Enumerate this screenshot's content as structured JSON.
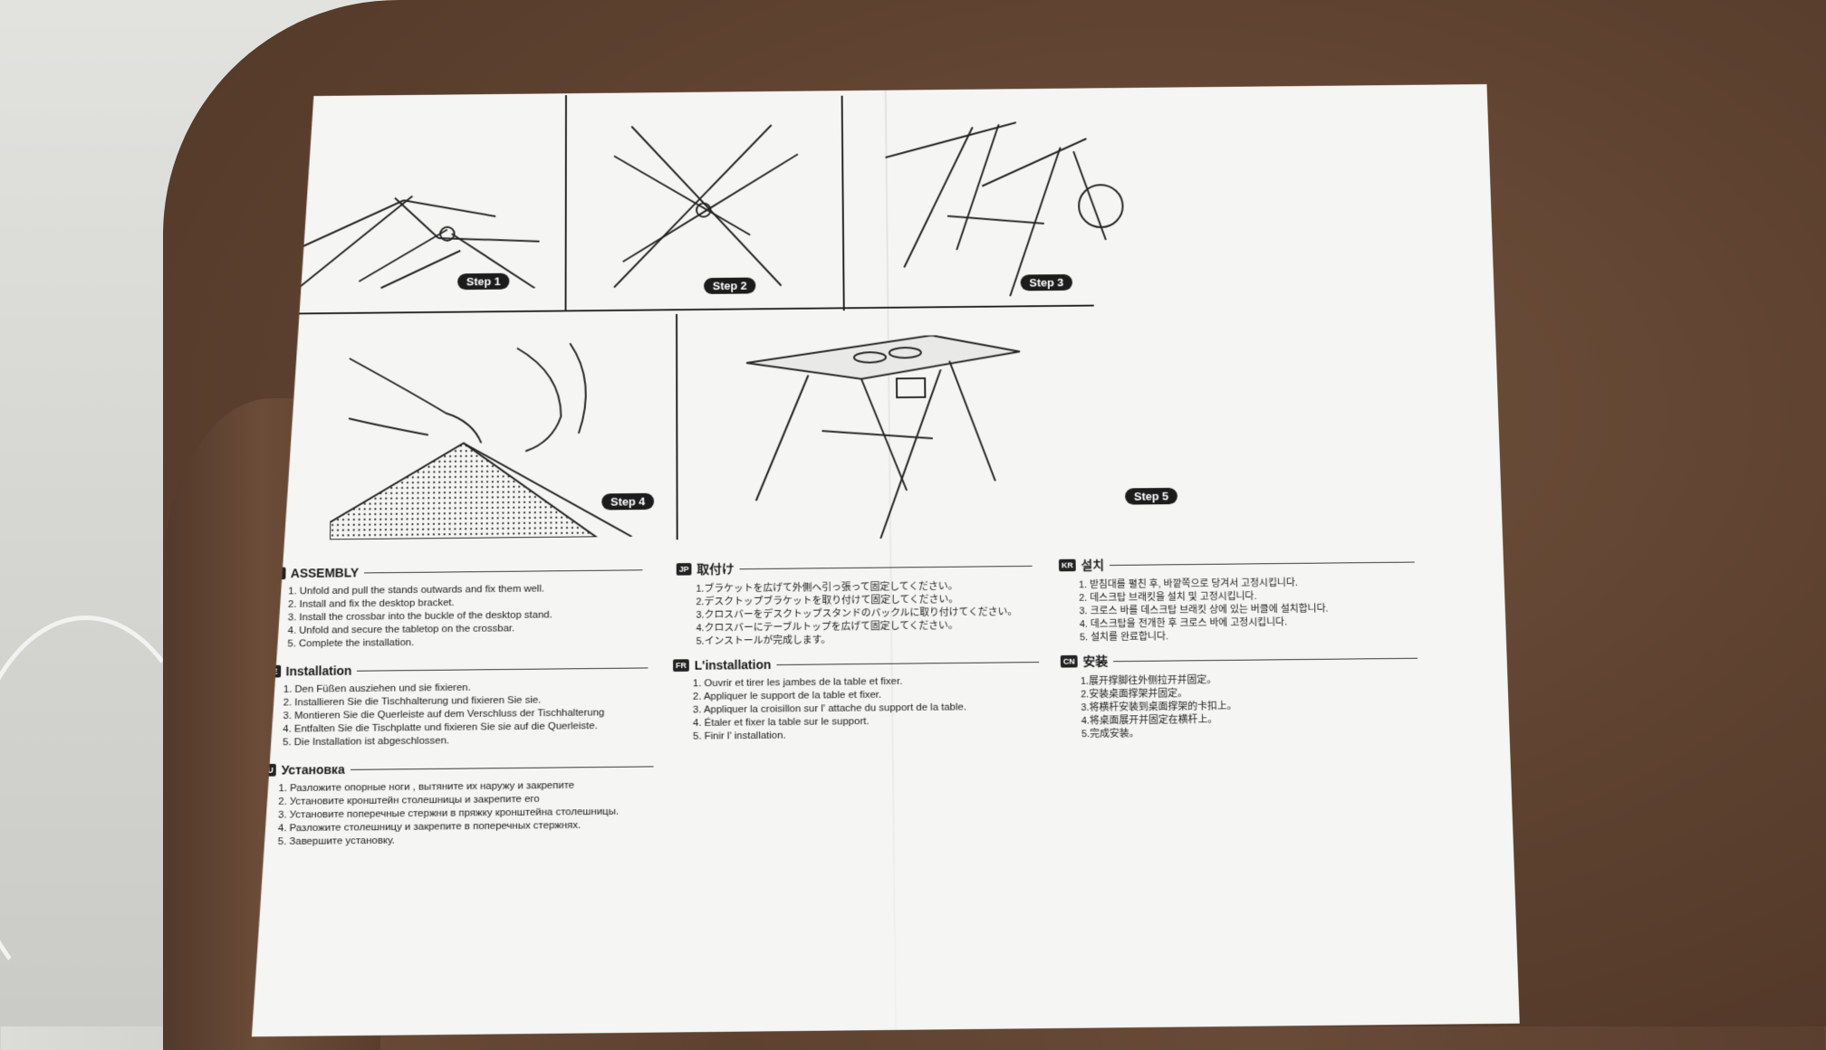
{
  "steps": [
    "Step 1",
    "Step 2",
    "Step 3",
    "Step 4",
    "Step 5"
  ],
  "sections": {
    "en": {
      "code": "EN",
      "title": "ASSEMBLY",
      "items": [
        "1. Unfold and pull the stands outwards and fix them well.",
        "2. Install and fix the desktop bracket.",
        "3. Install the crossbar into the buckle of the desktop stand.",
        "4. Unfold and secure the tabletop on the crossbar.",
        "5. Complete the installation."
      ]
    },
    "de": {
      "code": "DE",
      "title": "Installation",
      "items": [
        "1. Den Füßen ausziehen und sie fixieren.",
        "2. Installieren Sie die Tischhalterung und fixieren Sie sie.",
        "3. Montieren Sie die Querleiste auf dem Verschluss der Tischhalterung",
        "4. Entfalten Sie die Tischplatte und fixieren Sie sie auf die Querleiste.",
        "5. Die Installation ist abgeschlossen."
      ]
    },
    "ru": {
      "code": "RU",
      "title": "Установка",
      "items": [
        "1. Разложите опорные ноги , вытяните их наружу и закрепите",
        "2. Установите кронштейн столешницы и закрепите его",
        "3. Установите поперечные стержни в пряжку кронштейна столешницы.",
        "4. Разложите столешницу и закрепите в поперечных стержнях.",
        "5. Завершите установку."
      ]
    },
    "jp": {
      "code": "JP",
      "title": "取付け",
      "items": [
        "1.ブラケットを広げて外側へ引っ張って固定してください。",
        "2.デスクトップブラケットを取り付けて固定してください。",
        "3.クロスバーをデスクトップスタンドのバックルに取り付けてください。",
        "4.クロスバーにテーブルトップを広げて固定してください。",
        "5.インストールが完成します。"
      ]
    },
    "fr": {
      "code": "FR",
      "title": "L'installation",
      "items": [
        "1. Ouvrir et tirer les jambes de la table et fixer.",
        "2. Appliquer le support de la table et fixer.",
        "3. Appliquer la croisillon sur l' attache du support de la table.",
        "4. Étaler et fixer la table sur le support.",
        "5. Finir l' installation."
      ]
    },
    "kr": {
      "code": "KR",
      "title": "설치",
      "items": [
        "1. 받침대를 펼친 후, 바깥쪽으로 당겨서 고정시킵니다.",
        "2. 데스크탑 브래킷을 설치 및 고정시킵니다.",
        "3. 크로스 바를 데스크탑 브래킷 상에 있는 버클에 설치합니다.",
        "4. 데스크탑을 전개한 후 크로스 바에 고정시킵니다.",
        "5. 설치를 완료합니다."
      ]
    },
    "cn": {
      "code": "CN",
      "title": "安装",
      "items": [
        "1.展开撑脚往外侧拉开并固定。",
        "2.安装桌面撑架并固定。",
        "3.将横杆安装到桌面撑架的卡扣上。",
        "4.将桌面展开并固定在横杆上。",
        "5.完成安装。"
      ]
    }
  }
}
